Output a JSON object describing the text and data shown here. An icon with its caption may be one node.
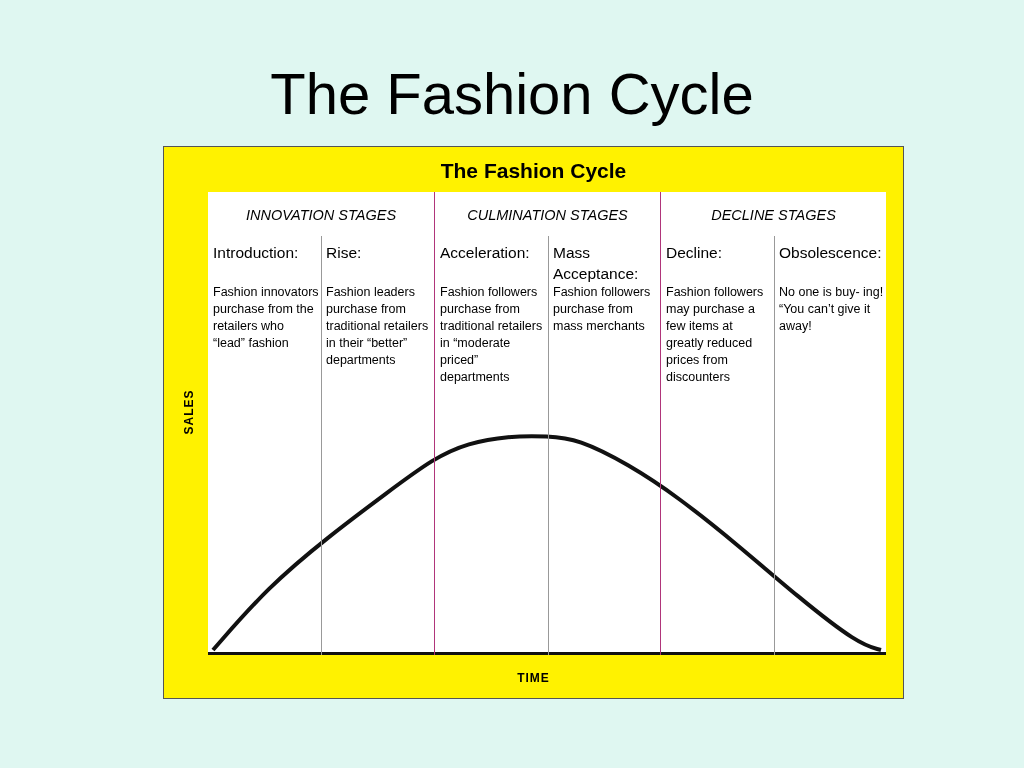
{
  "diagram": {
    "title": "The Fashion Cycle",
    "nodes": [
      {
        "text": [
          "The Fashion Cycle"
        ]
      },
      {
        "text": [
          "INNOVATION STAGES"
        ],
        "in": 0
      },
      {
        "text": [
          "CULMINATION STAGES"
        ],
        "in": 0
      },
      {
        "text": [
          "DECLINE STAGES"
        ],
        "in": 0
      },
      {
        "text": [
          "Introduction:",
          "Fashion innovators purchase from the retailers who “lead” fashion"
        ],
        "in": 1
      },
      {
        "text": [
          "Rise:",
          "Fashion leaders purchase from traditional retailers in their “better” departments"
        ],
        "in": 1
      },
      {
        "text": [
          "Acceleration:",
          "Fashion followers purchase from traditional retailers in “moderate priced” departments"
        ],
        "in": 2
      },
      {
        "text": [
          "Mass Acceptance:",
          "Fashion followers purchase from mass merchants"
        ],
        "in": 2
      },
      {
        "text": [
          "Decline:",
          "Fashion followers may purchase a few items at greatly reduced prices from discounters"
        ],
        "in": 3
      },
      {
        "text": [
          "Obsolescence:",
          "No one is buy- ing! “You can’t give it away!"
        ],
        "in": 3
      }
    ],
    "labels": [
      "SALES",
      "TIME"
    ]
  }
}
